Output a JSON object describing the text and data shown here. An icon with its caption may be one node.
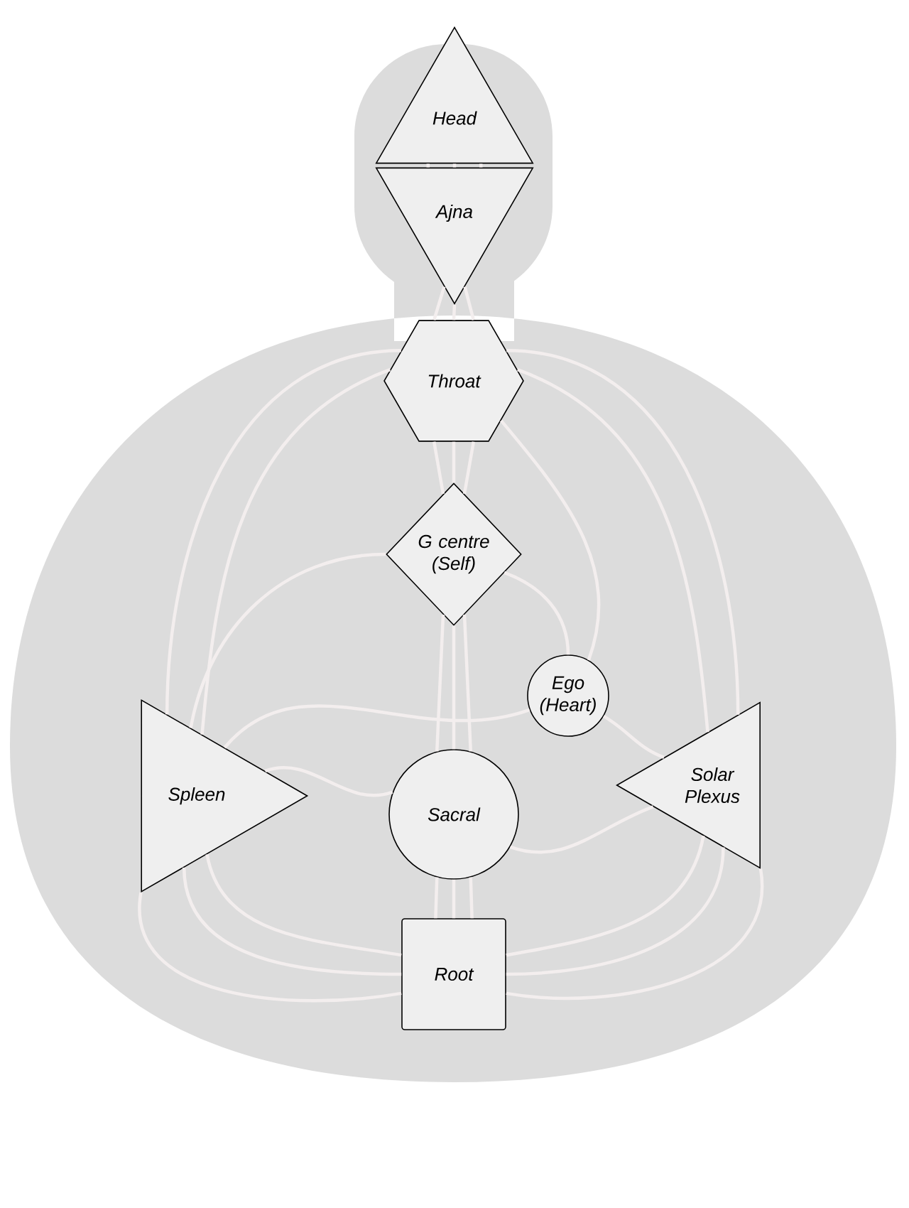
{
  "diagram": {
    "nodes": [
      {
        "text": [
          "Head"
        ]
      },
      {
        "text": [
          "Ajna"
        ]
      },
      {
        "text": [
          "Throat"
        ]
      },
      {
        "text": [
          "G centre (Self)"
        ]
      },
      {
        "text": [
          "Ego (Heart)"
        ]
      },
      {
        "text": [
          "Spleen"
        ]
      },
      {
        "text": [
          "Sacral"
        ]
      },
      {
        "text": [
          "Solar Plexus"
        ]
      },
      {
        "text": [
          "Root"
        ]
      }
    ],
    "edges": [
      {
        "from": 0,
        "to": 1,
        "arrow": "none"
      },
      {
        "from": 0,
        "to": 1,
        "arrow": "none"
      },
      {
        "from": 0,
        "to": 1,
        "arrow": "none"
      },
      {
        "from": 1,
        "to": 2,
        "arrow": "none"
      },
      {
        "from": 1,
        "to": 2,
        "arrow": "none"
      },
      {
        "from": 1,
        "to": 2,
        "arrow": "none"
      },
      {
        "from": 2,
        "to": 3,
        "arrow": "none"
      },
      {
        "from": 2,
        "to": 3,
        "arrow": "none"
      },
      {
        "from": 2,
        "to": 3,
        "arrow": "none"
      },
      {
        "from": 3,
        "to": 6,
        "arrow": "none"
      },
      {
        "from": 3,
        "to": 6,
        "arrow": "none"
      },
      {
        "from": 3,
        "to": 6,
        "arrow": "none"
      },
      {
        "from": 6,
        "to": 8,
        "arrow": "none"
      },
      {
        "from": 6,
        "to": 8,
        "arrow": "none"
      },
      {
        "from": 6,
        "to": 8,
        "arrow": "none"
      },
      {
        "from": 2,
        "to": 5,
        "arrow": "none"
      },
      {
        "from": 2,
        "to": 5,
        "arrow": "none"
      },
      {
        "from": 2,
        "to": 7,
        "arrow": "none"
      },
      {
        "from": 2,
        "to": 7,
        "arrow": "none"
      },
      {
        "from": 5,
        "to": 8,
        "arrow": "none"
      },
      {
        "from": 5,
        "to": 8,
        "arrow": "none"
      },
      {
        "from": 5,
        "to": 8,
        "arrow": "none"
      },
      {
        "from": 7,
        "to": 8,
        "arrow": "none"
      },
      {
        "from": 7,
        "to": 8,
        "arrow": "none"
      },
      {
        "from": 7,
        "to": 8,
        "arrow": "none"
      },
      {
        "from": 3,
        "to": 4,
        "arrow": "none"
      },
      {
        "from": 2,
        "to": 4,
        "arrow": "none"
      },
      {
        "from": 4,
        "to": 7,
        "arrow": "none"
      },
      {
        "from": 5,
        "to": 6,
        "arrow": "none"
      },
      {
        "from": 6,
        "to": 7,
        "arrow": "none"
      },
      {
        "from": 3,
        "to": 5,
        "arrow": "none"
      },
      {
        "from": 5,
        "to": 4,
        "arrow": "none"
      }
    ]
  }
}
